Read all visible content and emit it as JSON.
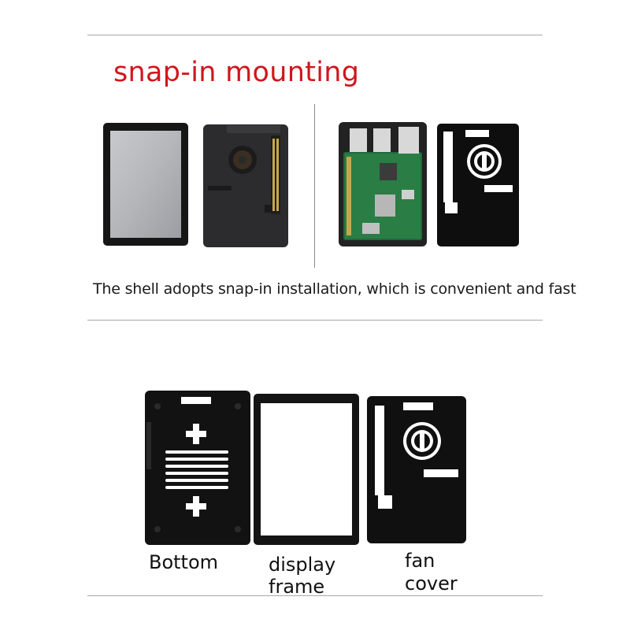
{
  "top": {
    "title": "snap-in mounting",
    "title_color": "#d0161c",
    "description": "The shell adopts snap-in installation, which is convenient and fast"
  },
  "bottom": {
    "labels": {
      "bottom": "Bottom",
      "display_frame_line1": "display",
      "display_frame_line2": "frame",
      "fan_cover_line1": "fan",
      "fan_cover_line2": "cover"
    }
  }
}
